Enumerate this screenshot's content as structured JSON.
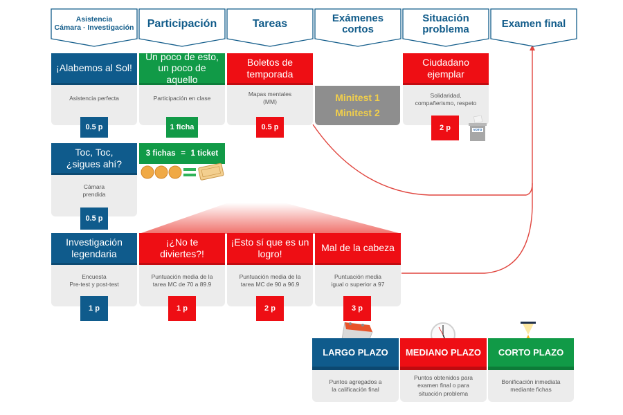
{
  "colors": {
    "blue": "#0f5b8c",
    "green": "#119a47",
    "red": "#ee0e14",
    "gray": "#8e8e8e",
    "header_text": "#125c8a",
    "minitest_text": "#f2cf4a",
    "arrow": "#e0453e"
  },
  "categories": [
    {
      "line1": "Asistencia",
      "line2": "Cámara · Investigación"
    },
    {
      "line1": "Participación"
    },
    {
      "line1": "Tareas"
    },
    {
      "line1": "Exámenes",
      "line2": "cortos"
    },
    {
      "line1": "Situación",
      "line2": "problema"
    },
    {
      "line1": "Examen final"
    }
  ],
  "row1": {
    "alabemos": {
      "title": "¡Alabemos al Sol!",
      "desc": "Asistencia perfecta",
      "value": "0.5 p"
    },
    "un_poco": {
      "title_l1": "Un poco de esto,",
      "title_l2": "un poco de aquello",
      "desc": "Participación en clase",
      "value": "1 ficha"
    },
    "boletos": {
      "title_l1": "Boletos de",
      "title_l2": "temporada",
      "desc_l1": "Mapas mentales",
      "desc_l2": "(MM)",
      "value": "0.5 p"
    },
    "minitests": {
      "line1": "Minitest 1",
      "line2": "Minitest 2"
    },
    "ciudadano": {
      "title_l1": "Ciudadano",
      "title_l2": "ejemplar",
      "desc_l1": "Solidaridad,",
      "desc_l2": "compañerismo, respeto",
      "value": "2 p",
      "ballot_label": "VOTO"
    }
  },
  "row2": {
    "toc": {
      "title_l1": "Toc, Toc,",
      "title_l2": "¿sigues ahí?",
      "desc_l1": "Cámara",
      "desc_l2": "prendida",
      "value": "0.5 p"
    },
    "exchange": {
      "left": "3 fichas",
      "eq": "=",
      "right": "1 ticket"
    }
  },
  "row3": {
    "investigacion": {
      "title_l1": "Investigación",
      "title_l2": "legendaria",
      "desc_l1": "Encuesta",
      "desc_l2": "Pre-test y post-test",
      "value": "1 p"
    },
    "no_te_diviertes": {
      "title_l1": "¡¿No te",
      "title_l2": "diviertes?!",
      "desc_l1": "Puntuación media de la",
      "desc_l2": "tarea MC de 70 a 89.9",
      "value": "1 p"
    },
    "esto_si": {
      "title_l1": "¡Esto sí que es un",
      "title_l2": "logro!",
      "desc_l1": "Puntuación media de la",
      "desc_l2": "tarea MC de 90 a 96.9",
      "value": "2 p"
    },
    "mal_cabeza": {
      "title": "Mal de la cabeza",
      "desc_l1": "Puntuación media",
      "desc_l2": "igual o superior a 97",
      "value": "3 p"
    }
  },
  "legend": [
    {
      "title": "LARGO PLAZO",
      "desc_l1": "Puntos agregados a",
      "desc_l2": "la calificación final",
      "icon": "calendar-icon"
    },
    {
      "title": "MEDIANO PLAZO",
      "desc_l1": "Puntos obtenidos para",
      "desc_l2": "examen final o para",
      "desc_l3": "situación problema",
      "icon": "clock-icon"
    },
    {
      "title": "CORTO PLAZO",
      "desc_l1": "Bonificación inmediata",
      "desc_l2": "mediante fichas",
      "icon": "hourglass-icon"
    }
  ]
}
